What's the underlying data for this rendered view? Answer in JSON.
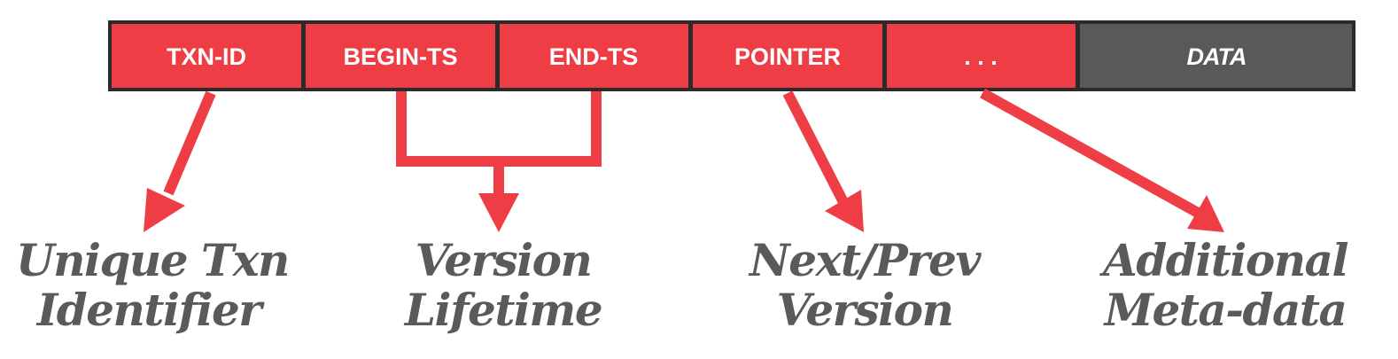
{
  "colors": {
    "header_red": "#ee3d45",
    "data_gray": "#595959",
    "border": "#2b2b2b",
    "arrow_red": "#ee3d45",
    "caption_gray": "#5a5a5a"
  },
  "header": {
    "txn_id": "TXN-ID",
    "begin_ts": "BEGIN-TS",
    "end_ts": "END-TS",
    "pointer": "POINTER",
    "more": ". . .",
    "data": "DATA"
  },
  "captions": {
    "txn_id": {
      "line1": "Unique Txn",
      "line2": "Identifier"
    },
    "lifetime": {
      "line1": "Version",
      "line2": "Lifetime"
    },
    "pointer": {
      "line1": "Next/Prev",
      "line2": "Version"
    },
    "meta": {
      "line1": "Additional",
      "line2": "Meta-data"
    }
  }
}
